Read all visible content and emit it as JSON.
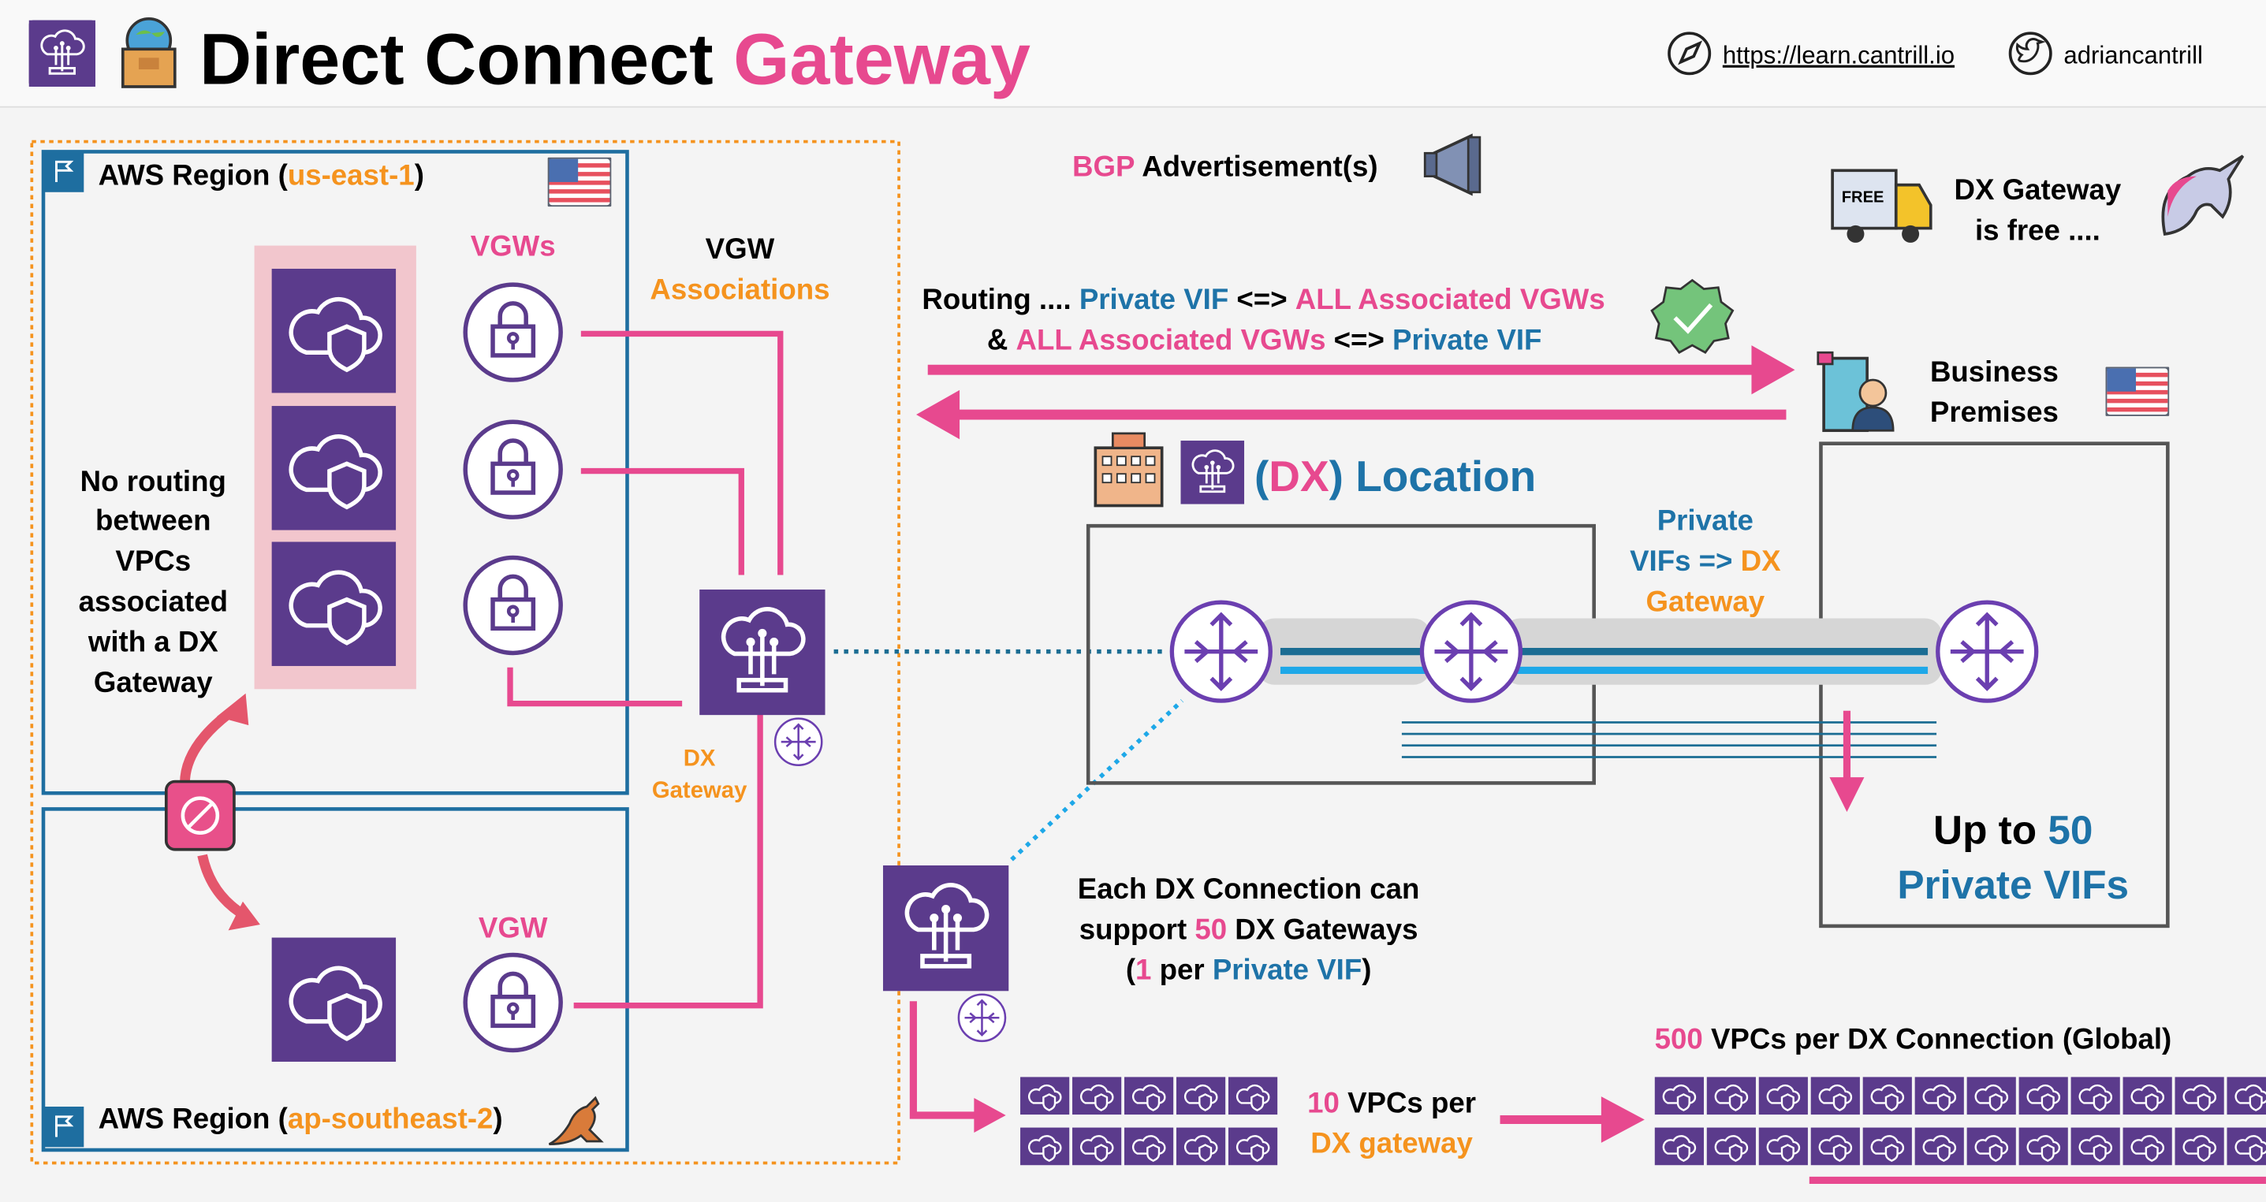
{
  "header": {
    "title_a": "Direct Connect ",
    "title_b": "Gateway",
    "url": "https://learn.cantrill.io",
    "twitter": "adriancantrill"
  },
  "region1": {
    "label": "AWS Region (",
    "code": "us-east-1",
    "close": ")"
  },
  "region2": {
    "label": "AWS Region (",
    "code": "ap-southeast-2",
    "close": ")"
  },
  "vgws_label": "VGWs",
  "vgw_label": "VGW",
  "vgw_assoc": {
    "l1": "VGW",
    "l2": "Associations"
  },
  "no_routing": [
    "No routing",
    "between",
    "VPCs",
    "associated",
    "with a DX",
    "Gateway"
  ],
  "dx_gateway_label": {
    "l1": "DX",
    "l2": "Gateway"
  },
  "bgp": {
    "prefix": "BGP",
    "rest": " Advertisement(s)"
  },
  "free": {
    "truck": "FREE",
    "l1": "DX Gateway",
    "l2": "is free ...."
  },
  "routing1": {
    "a": "Routing .... ",
    "b": "Private VIF",
    "c": " <=> ",
    "d": "ALL Associated VGWs"
  },
  "routing2": {
    "a": "& ",
    "b": "ALL Associated VGWs",
    "c": " <=> ",
    "d": "Private VIF"
  },
  "business": {
    "l1": "Business",
    "l2": "Premises"
  },
  "dx_location": {
    "a": "(",
    "b": "DX",
    "c": ") Location"
  },
  "private_vifs": {
    "l1": "Private",
    "l2a": "VIFs => ",
    "l2b": "DX",
    "l3": "Gateway"
  },
  "up_to": {
    "a": "Up to ",
    "b": "50",
    "c": "Private VIFs"
  },
  "each_dx": {
    "l1": "Each DX Connection can",
    "l2a": "support ",
    "l2b": "50",
    "l2c": " DX Gateways",
    "l3a": "(",
    "l3b": "1",
    "l3c": " per ",
    "l3d": "Private VIF",
    "l3e": ")"
  },
  "vpcs10": {
    "a": "10",
    "b": " VPCs per",
    "c": "DX gateway"
  },
  "vpcs500": {
    "a": "500",
    "b": " VPCs per DX Connection (Global)"
  },
  "colors": {
    "pink": "#e7498f",
    "orange": "#f5931e",
    "blue": "#1e73a8",
    "purple": "#5a3a8e",
    "region_blue": "#1e6ea0"
  }
}
